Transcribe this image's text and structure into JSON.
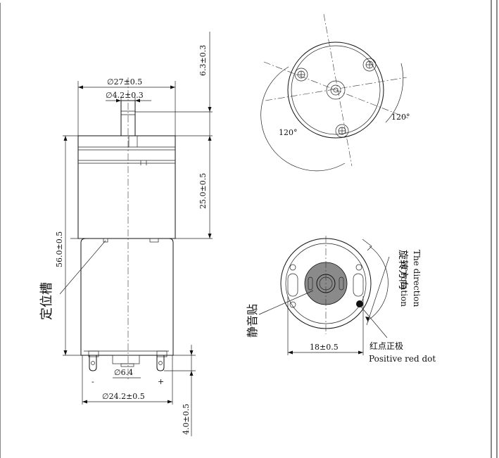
{
  "dimensions": {
    "shaft_length": "6.3±0.3",
    "body_diameter": "∅27±0.5",
    "shaft_diameter": "∅4.2±0.3",
    "gear_height": "25.0±0.5",
    "total_length": "56.0±0.5",
    "terminal_spacing": "∅6.4",
    "can_diameter": "∅24.2±0.5",
    "terminal_length": "4.0±0.5",
    "bottom_width": "18±0.5",
    "angle_left": "120°",
    "angle_right": "120°"
  },
  "labels": {
    "locating_groove": "定位槽",
    "silencer_pad": "静音贴",
    "rotation_cn": "旋转方向",
    "rotation_en_line1": "The direction",
    "rotation_en_line2": "of rotation",
    "positive_cn": "红点正极",
    "positive_en": "Positive red dot",
    "terminal_plus": "+",
    "terminal_minus": "-"
  },
  "colors": {
    "line": "#111111",
    "pad": "#8a8a8a"
  }
}
